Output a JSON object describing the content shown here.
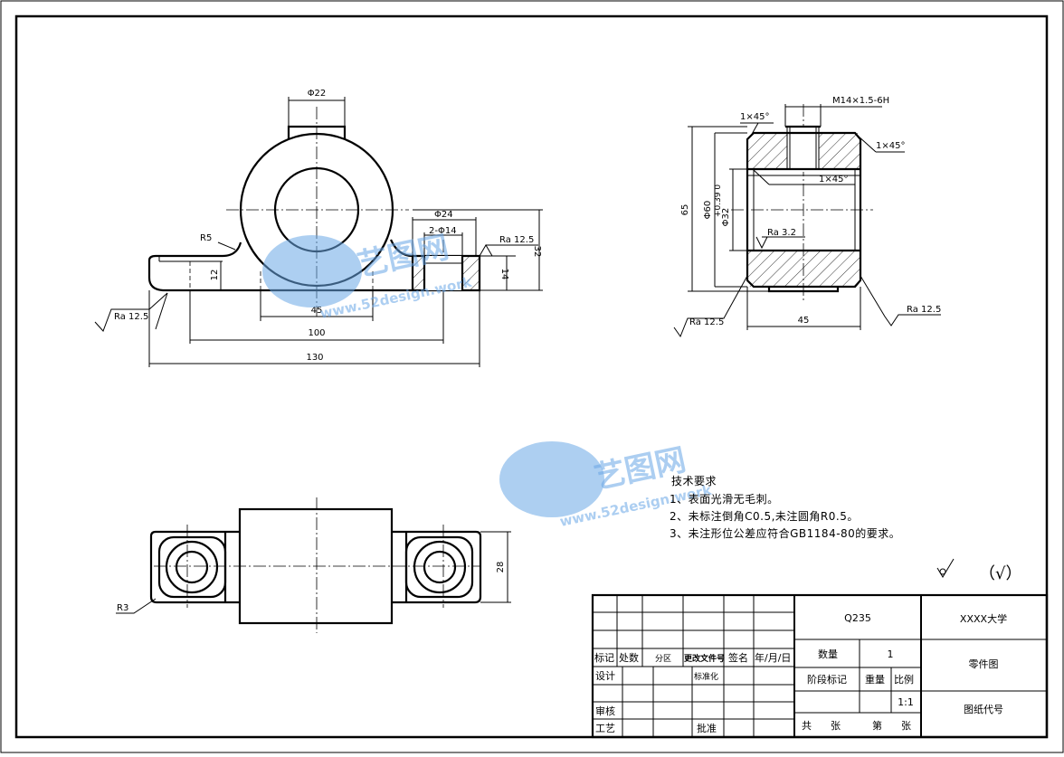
{
  "dims": {
    "d22": "Φ22",
    "r5": "R5",
    "h12": "12",
    "d24": "Φ24",
    "holes": "2-Φ14",
    "h14": "14",
    "h32": "32",
    "w45": "45",
    "w100": "100",
    "w130": "130",
    "ra_left": "Ra 12.5",
    "ra_top": "Ra 12.5",
    "thread": "M14×1.5-6H",
    "ch_left": "1×45°",
    "ch_right": "1×45°",
    "ch_inner": "1×45°",
    "h65": "65",
    "d60": "Φ60",
    "d32": "Φ32",
    "tol": "+0.39 0",
    "ra_inner": "Ra 3.2",
    "ra_side_l": "Ra 12.5",
    "ra_side_r": "Ra 12.5",
    "w45b": "45",
    "r3": "R3",
    "h28": "28"
  },
  "notes": {
    "title": "技术要求",
    "line1": "1、表面光滑无毛刺。",
    "line2": "2、未标注倒角C0.5,未注圆角R0.5。",
    "line3": "3、未注形位公差应符合GB1184-80的要求。"
  },
  "roughness": {
    "other": "（√）"
  },
  "title_block": {
    "mark": "标记",
    "count": "处数",
    "zone": "分区",
    "change_doc": "更改文件号",
    "signature": "签名",
    "date": "年/月/日",
    "design": "设计",
    "standardize": "标准化",
    "review": "审核",
    "process": "工艺",
    "approve": "批准",
    "material": "Q235",
    "quantity_label": "数量",
    "quantity_value": "1",
    "stage_mark": "阶段标记",
    "weight": "重量",
    "scale_label": "比例",
    "scale_value": "1:1",
    "total": "共",
    "sheets": "张",
    "sheet_no": "第",
    "sheets2": "张",
    "school": "XXXX大学",
    "drawing_name": "零件图",
    "drawing_code": "图纸代号"
  },
  "watermark": {
    "brand": "艺图网",
    "site": "www.52design.work"
  }
}
